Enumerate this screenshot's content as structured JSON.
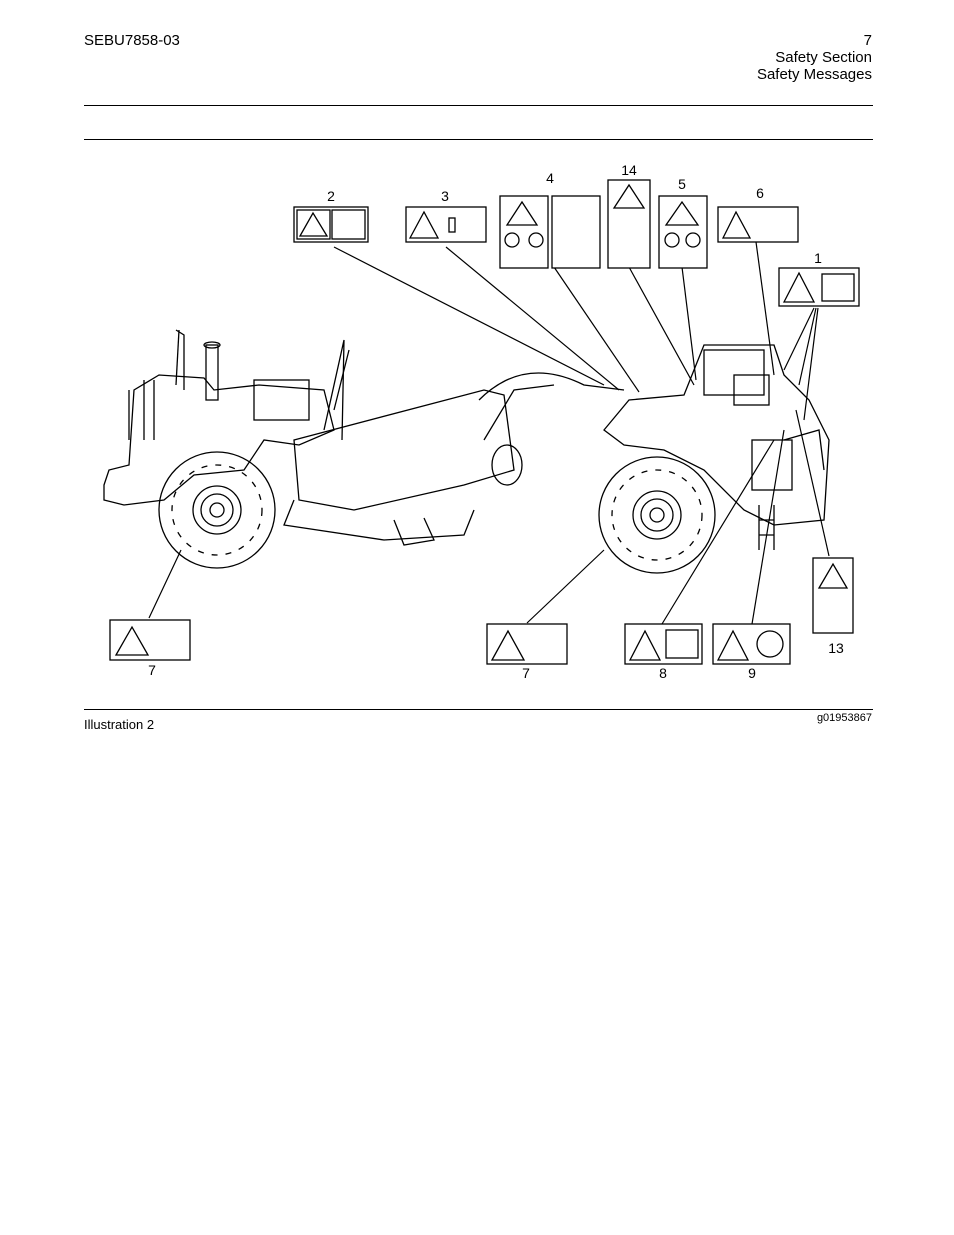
{
  "header": {
    "doc_id": "SEBU7858-03",
    "page_number": "7",
    "section": "Safety Section",
    "subsection": "Safety Messages"
  },
  "figure": {
    "callouts": [
      "2",
      "3",
      "4",
      "14",
      "5",
      "6",
      "1",
      "7",
      "7",
      "8",
      "9",
      "13"
    ],
    "caption": "Illustration 2",
    "figure_id": "g01953867"
  }
}
